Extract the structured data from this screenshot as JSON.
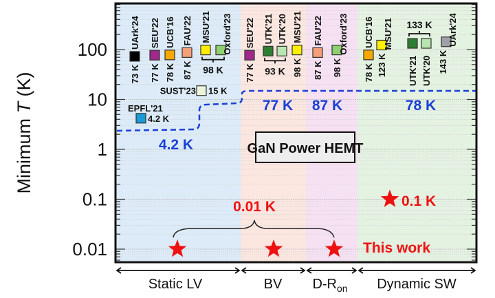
{
  "chart_data": {
    "type": "scatter",
    "title": "GaN Power HEMT",
    "ylabel": "Minimum T (K)",
    "yscale": "log",
    "ylim": [
      0.0056,
      870
    ],
    "yticks": [
      "100",
      "10",
      "1",
      "0.1",
      "0.01"
    ],
    "ytick_values": [
      100,
      10,
      1,
      0.1,
      0.01
    ],
    "categories": [
      {
        "label": "Static LV",
        "color": "#dcebf7"
      },
      {
        "label": "BV",
        "color": "#fbe6e0"
      },
      {
        "label": "D-R",
        "sub": "on",
        "color": "#f5e1f2"
      },
      {
        "label": "Dynamic SW",
        "color": "#e4f2e1"
      }
    ],
    "points": [
      {
        "cat": 0,
        "name": "EPFL'21",
        "value": 4.2,
        "val_label": "4.2 K",
        "color": "#1a9ad6"
      },
      {
        "cat": 0,
        "name": "SUST'23",
        "value": 15,
        "val_label": "15 K",
        "color": "#eaf5dc"
      },
      {
        "cat": 0,
        "name": "UArk'24",
        "value": 73,
        "val_label": "73 K",
        "color": "#000000"
      },
      {
        "cat": 0,
        "name": "SEU'22",
        "value": 77,
        "val_label": "77 K",
        "color": "#a0288c"
      },
      {
        "cat": 0,
        "name": "UCB'16",
        "value": 78,
        "val_label": "78 K",
        "color": "#f5a800"
      },
      {
        "cat": 0,
        "name": "FAU'22",
        "value": 87,
        "val_label": "87 K",
        "color": "#f4a07a"
      },
      {
        "cat": 0,
        "name": "MSU'21",
        "value": 98,
        "val_label": "",
        "color": "#ffee00"
      },
      {
        "cat": 0,
        "name": "Oxford'23",
        "value": 98,
        "val_label": "",
        "color": "#8fd070"
      },
      {
        "cat": 1,
        "name": "SEU'22",
        "value": 77,
        "val_label": "77 K",
        "color": "#a0288c"
      },
      {
        "cat": 1,
        "name": "UTK'21",
        "value": 93,
        "val_label": "",
        "color": "#2e7d32"
      },
      {
        "cat": 1,
        "name": "UTK'20",
        "value": 93,
        "val_label": "",
        "color": "#b8e6b0"
      },
      {
        "cat": 1,
        "name": "MSU'21",
        "value": 98,
        "val_label": "98 K",
        "color": "#ffee00"
      },
      {
        "cat": 2,
        "name": "FAU'22",
        "value": 87,
        "val_label": "87 K",
        "color": "#f4a07a"
      },
      {
        "cat": 2,
        "name": "Oxford'23",
        "value": 98,
        "val_label": "98 K",
        "color": "#8fd070"
      },
      {
        "cat": 3,
        "name": "UCB'16",
        "value": 78,
        "val_label": "78 K",
        "color": "#f5a800"
      },
      {
        "cat": 3,
        "name": "MSU'21",
        "value": 123,
        "val_label": "123 K",
        "color": "#ffee00"
      },
      {
        "cat": 3,
        "name": "UTK'21",
        "value": 133,
        "val_label": "",
        "color": "#2e7d32"
      },
      {
        "cat": 3,
        "name": "UTK'20",
        "value": 133,
        "val_label": "",
        "color": "#b8e6b0"
      },
      {
        "cat": 3,
        "name": "UArk'24",
        "value": 143,
        "val_label": "143 K",
        "color": "#a0a0a8"
      }
    ],
    "group_labels": [
      "98 K",
      "93 K",
      "133 K"
    ],
    "best_prior": {
      "labels": [
        "4.2 K",
        "77 K",
        "87 K",
        "78 K"
      ],
      "color": "#1a3fd6"
    },
    "this_work": {
      "label": "This work",
      "values": [
        0.01,
        0.01,
        0.01,
        0.1
      ],
      "cats": [
        0,
        1,
        2,
        3
      ],
      "group_label": "0.01 K",
      "sw_label": "0.1 K",
      "color": "#ee1111"
    }
  }
}
